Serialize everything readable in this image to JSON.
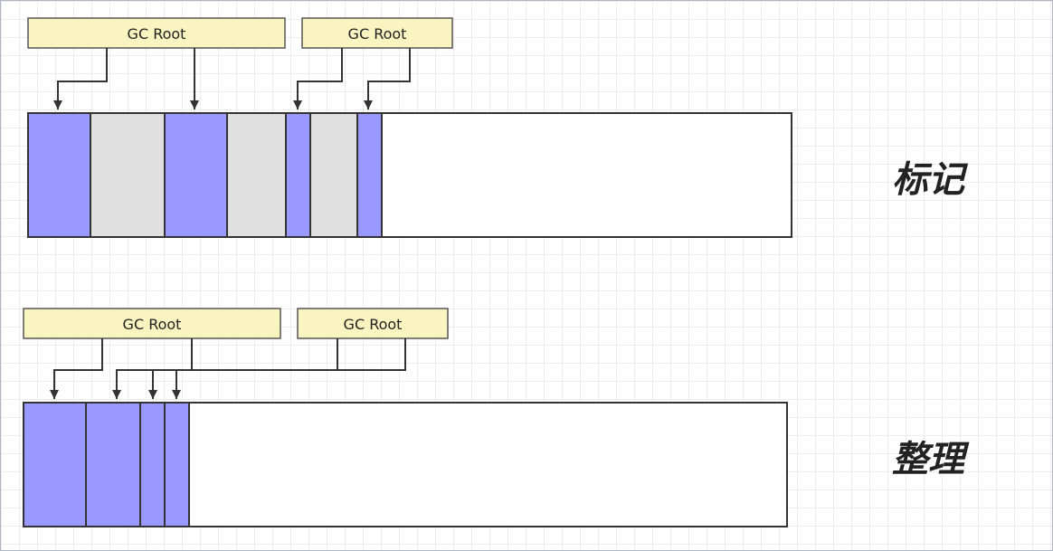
{
  "colors": {
    "live": "#9999ff",
    "garbage": "#e0e0e0",
    "free": "#ffffff",
    "root_box": "#faf5c0",
    "line": "#333333"
  },
  "mark_phase": {
    "title": "标记",
    "roots": [
      {
        "label": "GC Root"
      },
      {
        "label": "GC Root"
      }
    ],
    "blocks": [
      {
        "state": "live"
      },
      {
        "state": "garbage"
      },
      {
        "state": "live"
      },
      {
        "state": "garbage"
      },
      {
        "state": "live"
      },
      {
        "state": "garbage"
      },
      {
        "state": "live"
      },
      {
        "state": "free"
      }
    ]
  },
  "compact_phase": {
    "title": "整理",
    "roots": [
      {
        "label": "GC Root"
      },
      {
        "label": "GC Root"
      }
    ],
    "blocks": [
      {
        "state": "live"
      },
      {
        "state": "live"
      },
      {
        "state": "live"
      },
      {
        "state": "live"
      },
      {
        "state": "free"
      }
    ]
  }
}
